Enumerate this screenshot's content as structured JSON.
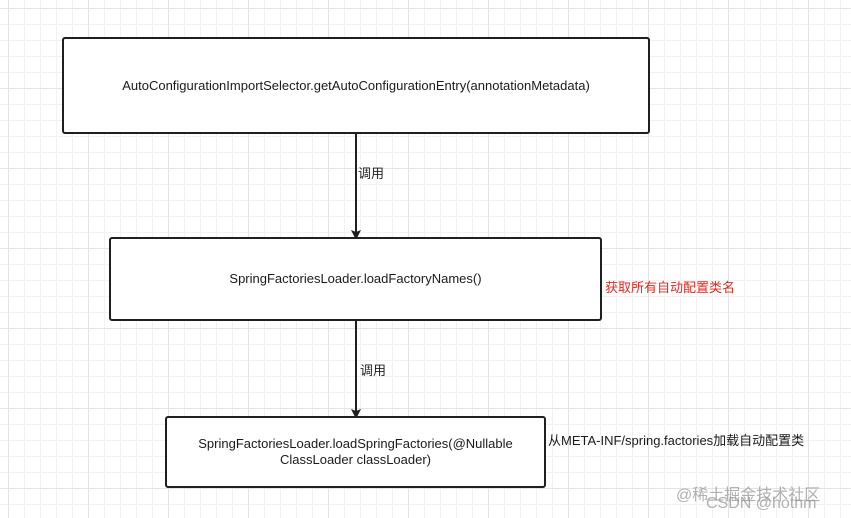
{
  "nodes": [
    {
      "text": "AutoConfigurationImportSelector.getAutoConfigurationEntry(annotationMetadata)"
    },
    {
      "text": "SpringFactoriesLoader.loadFactoryNames()"
    },
    {
      "text": "SpringFactoriesLoader.loadSpringFactories(@Nullable\nClassLoader classLoader)"
    }
  ],
  "edges": [
    {
      "label": "调用"
    },
    {
      "label": "调用"
    }
  ],
  "annotations": {
    "factory_names_note": "获取所有自动配置类名",
    "factory_names_note_color": "#e8261d",
    "spring_factories_note": "从META-INF/spring.factories加载自动配置类"
  },
  "watermarks": {
    "line1": "@稀土掘金技术社区",
    "line2": "CSDN @hothm"
  }
}
